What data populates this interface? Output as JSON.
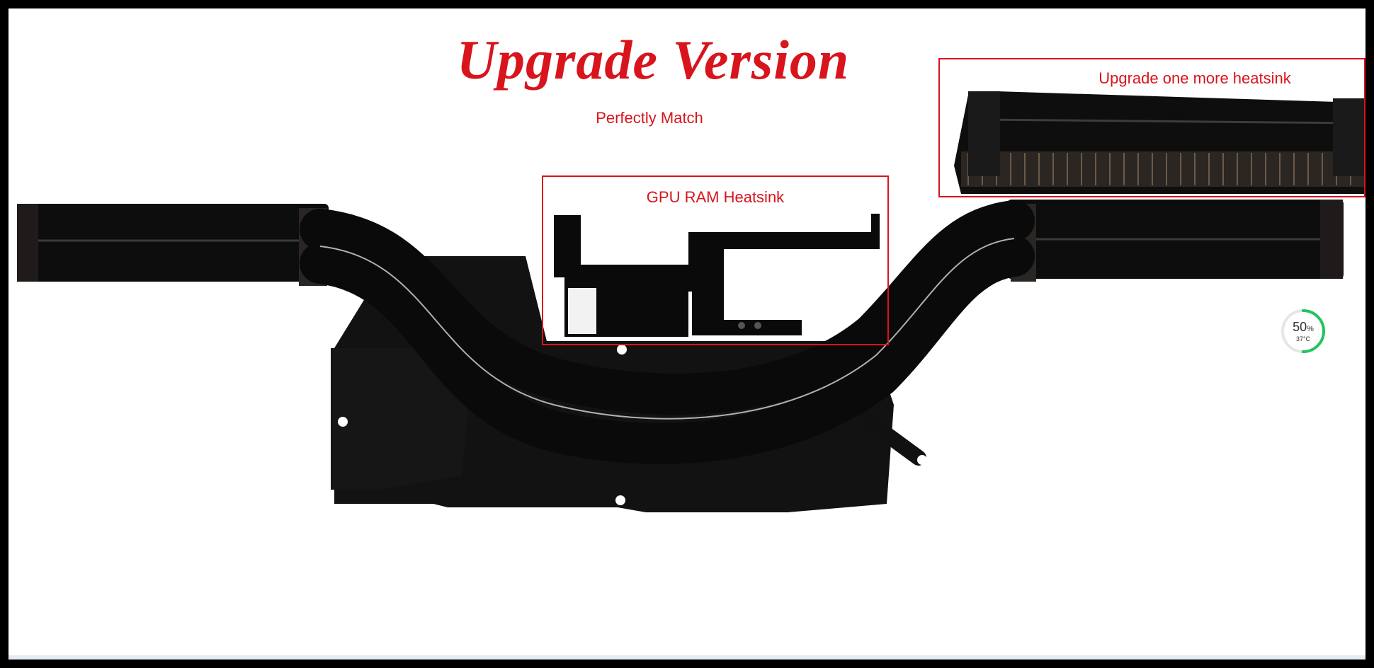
{
  "title": "Upgrade Version",
  "subtitle": "Perfectly Match",
  "callouts": {
    "gpu_ram": "GPU RAM Heatsink",
    "extra_heatsink": "Upgrade one more heatsink"
  },
  "badge": {
    "percent": "50",
    "percent_unit": "%",
    "temperature": "37°C",
    "level": 0.5,
    "ring_color": "#22c55e"
  },
  "colors": {
    "accent": "#d8141c",
    "heatsink": "#0b0b0b"
  }
}
